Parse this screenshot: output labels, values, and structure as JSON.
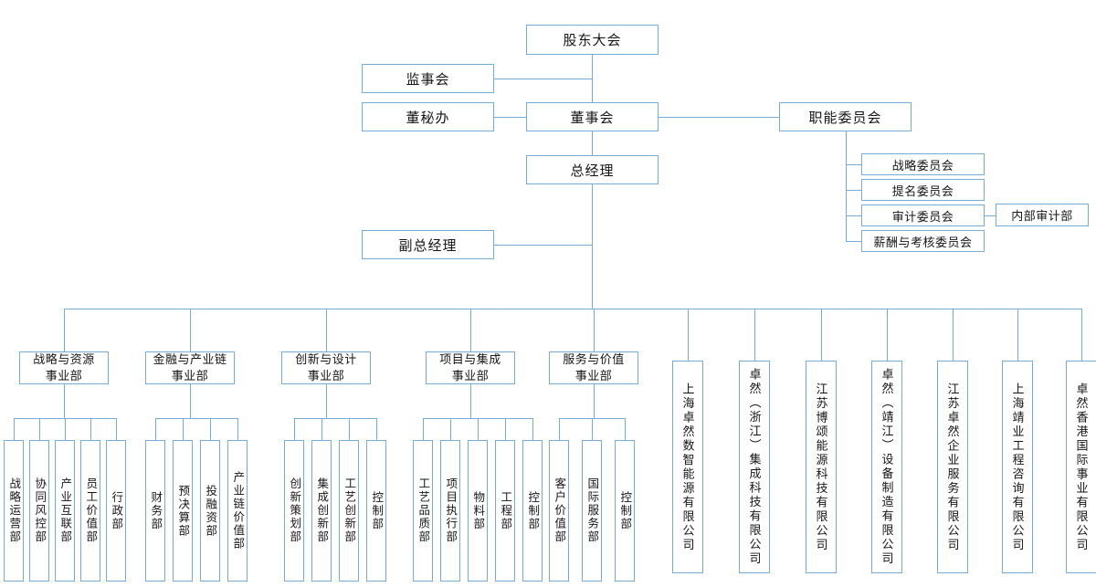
{
  "diagram": {
    "type": "org-chart",
    "top": {
      "shareholders": "股东大会",
      "supervisory": "监事会",
      "board": "董事会",
      "board_secretary": "董秘办",
      "functional_committees": "职能委员会",
      "committees": [
        "战略委员会",
        "提名委员会",
        "审计委员会",
        "薪酬与考核委员会"
      ],
      "internal_audit": "内部审计部",
      "general_manager": "总经理",
      "deputy_general_manager": "副总经理"
    },
    "divisions": [
      {
        "label_line1": "战略与资源",
        "label_line2": "事业部",
        "departments": [
          "战略运营部",
          "协同风控部",
          "产业互联部",
          "员工价值部",
          "行政部"
        ]
      },
      {
        "label_line1": "金融与产业链",
        "label_line2": "事业部",
        "departments": [
          "财务部",
          "预决算部",
          "投融资部",
          "产业链价值部"
        ]
      },
      {
        "label_line1": "创新与设计",
        "label_line2": "事业部",
        "departments": [
          "创新策划部",
          "集成创新部",
          "工艺创新部",
          "控制部"
        ]
      },
      {
        "label_line1": "项目与集成",
        "label_line2": "事业部",
        "departments": [
          "工艺品质部",
          "项目执行部",
          "物料部",
          "工程部",
          "控制部"
        ]
      },
      {
        "label_line1": "服务与价值",
        "label_line2": "事业部",
        "departments": [
          "客户价值部",
          "国际服务部",
          "控制部"
        ]
      }
    ],
    "subsidiaries": [
      "上海卓然数智能源有限公司",
      "卓然（浙江）集成科技有限公司",
      "江苏博颂能源科技有限公司",
      "卓然（靖江）设备制造有限公司",
      "江苏卓然企业服务有限公司",
      "上海靖业工程咨询有限公司",
      "卓然香港国际事业有限公司"
    ],
    "colors": {
      "line": "#74abd8",
      "text": "#151515",
      "background": "#ffffff"
    }
  }
}
